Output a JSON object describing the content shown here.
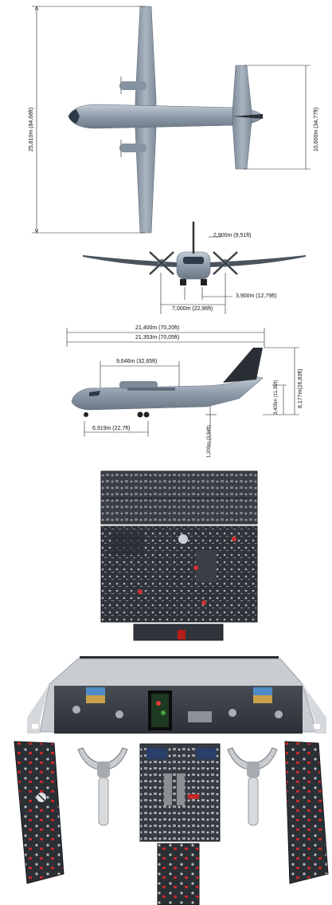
{
  "dimensions": {
    "wingspan": "25,810m (84,68ft)",
    "tailspan": "10,600m (34,77ft)",
    "prop_offset": "2,900m (9,51ft)",
    "gear_width": "3,900m (12,79ft)",
    "track": "7,000m (22,96ft)",
    "length_overall": "21,400m (70,20ft)",
    "length_fuselage": "21,353m (70,05ft)",
    "cabin_length": "9,646m (32,65ft)",
    "height_overall": "8,177m(26,83ft)",
    "height_fuselage": "3,405m (11,35ft)",
    "wheelbase": "6,919m (22,7ft)",
    "ground_clearance": "1,200m (3,94ft)"
  },
  "colors": {
    "airframe": "#9aa6b2",
    "airframe_dark": "#6f7b88",
    "dim_line": "#222222",
    "panel": "#3a3f45",
    "panel_dark": "#22262b",
    "cockpit_shell": "#c9ccd0"
  },
  "icons": [
    "aircraft-top-view",
    "aircraft-front-view",
    "aircraft-side-view",
    "overhead-panel",
    "glareshield-panel",
    "control-yoke",
    "center-pedestal",
    "side-console"
  ]
}
